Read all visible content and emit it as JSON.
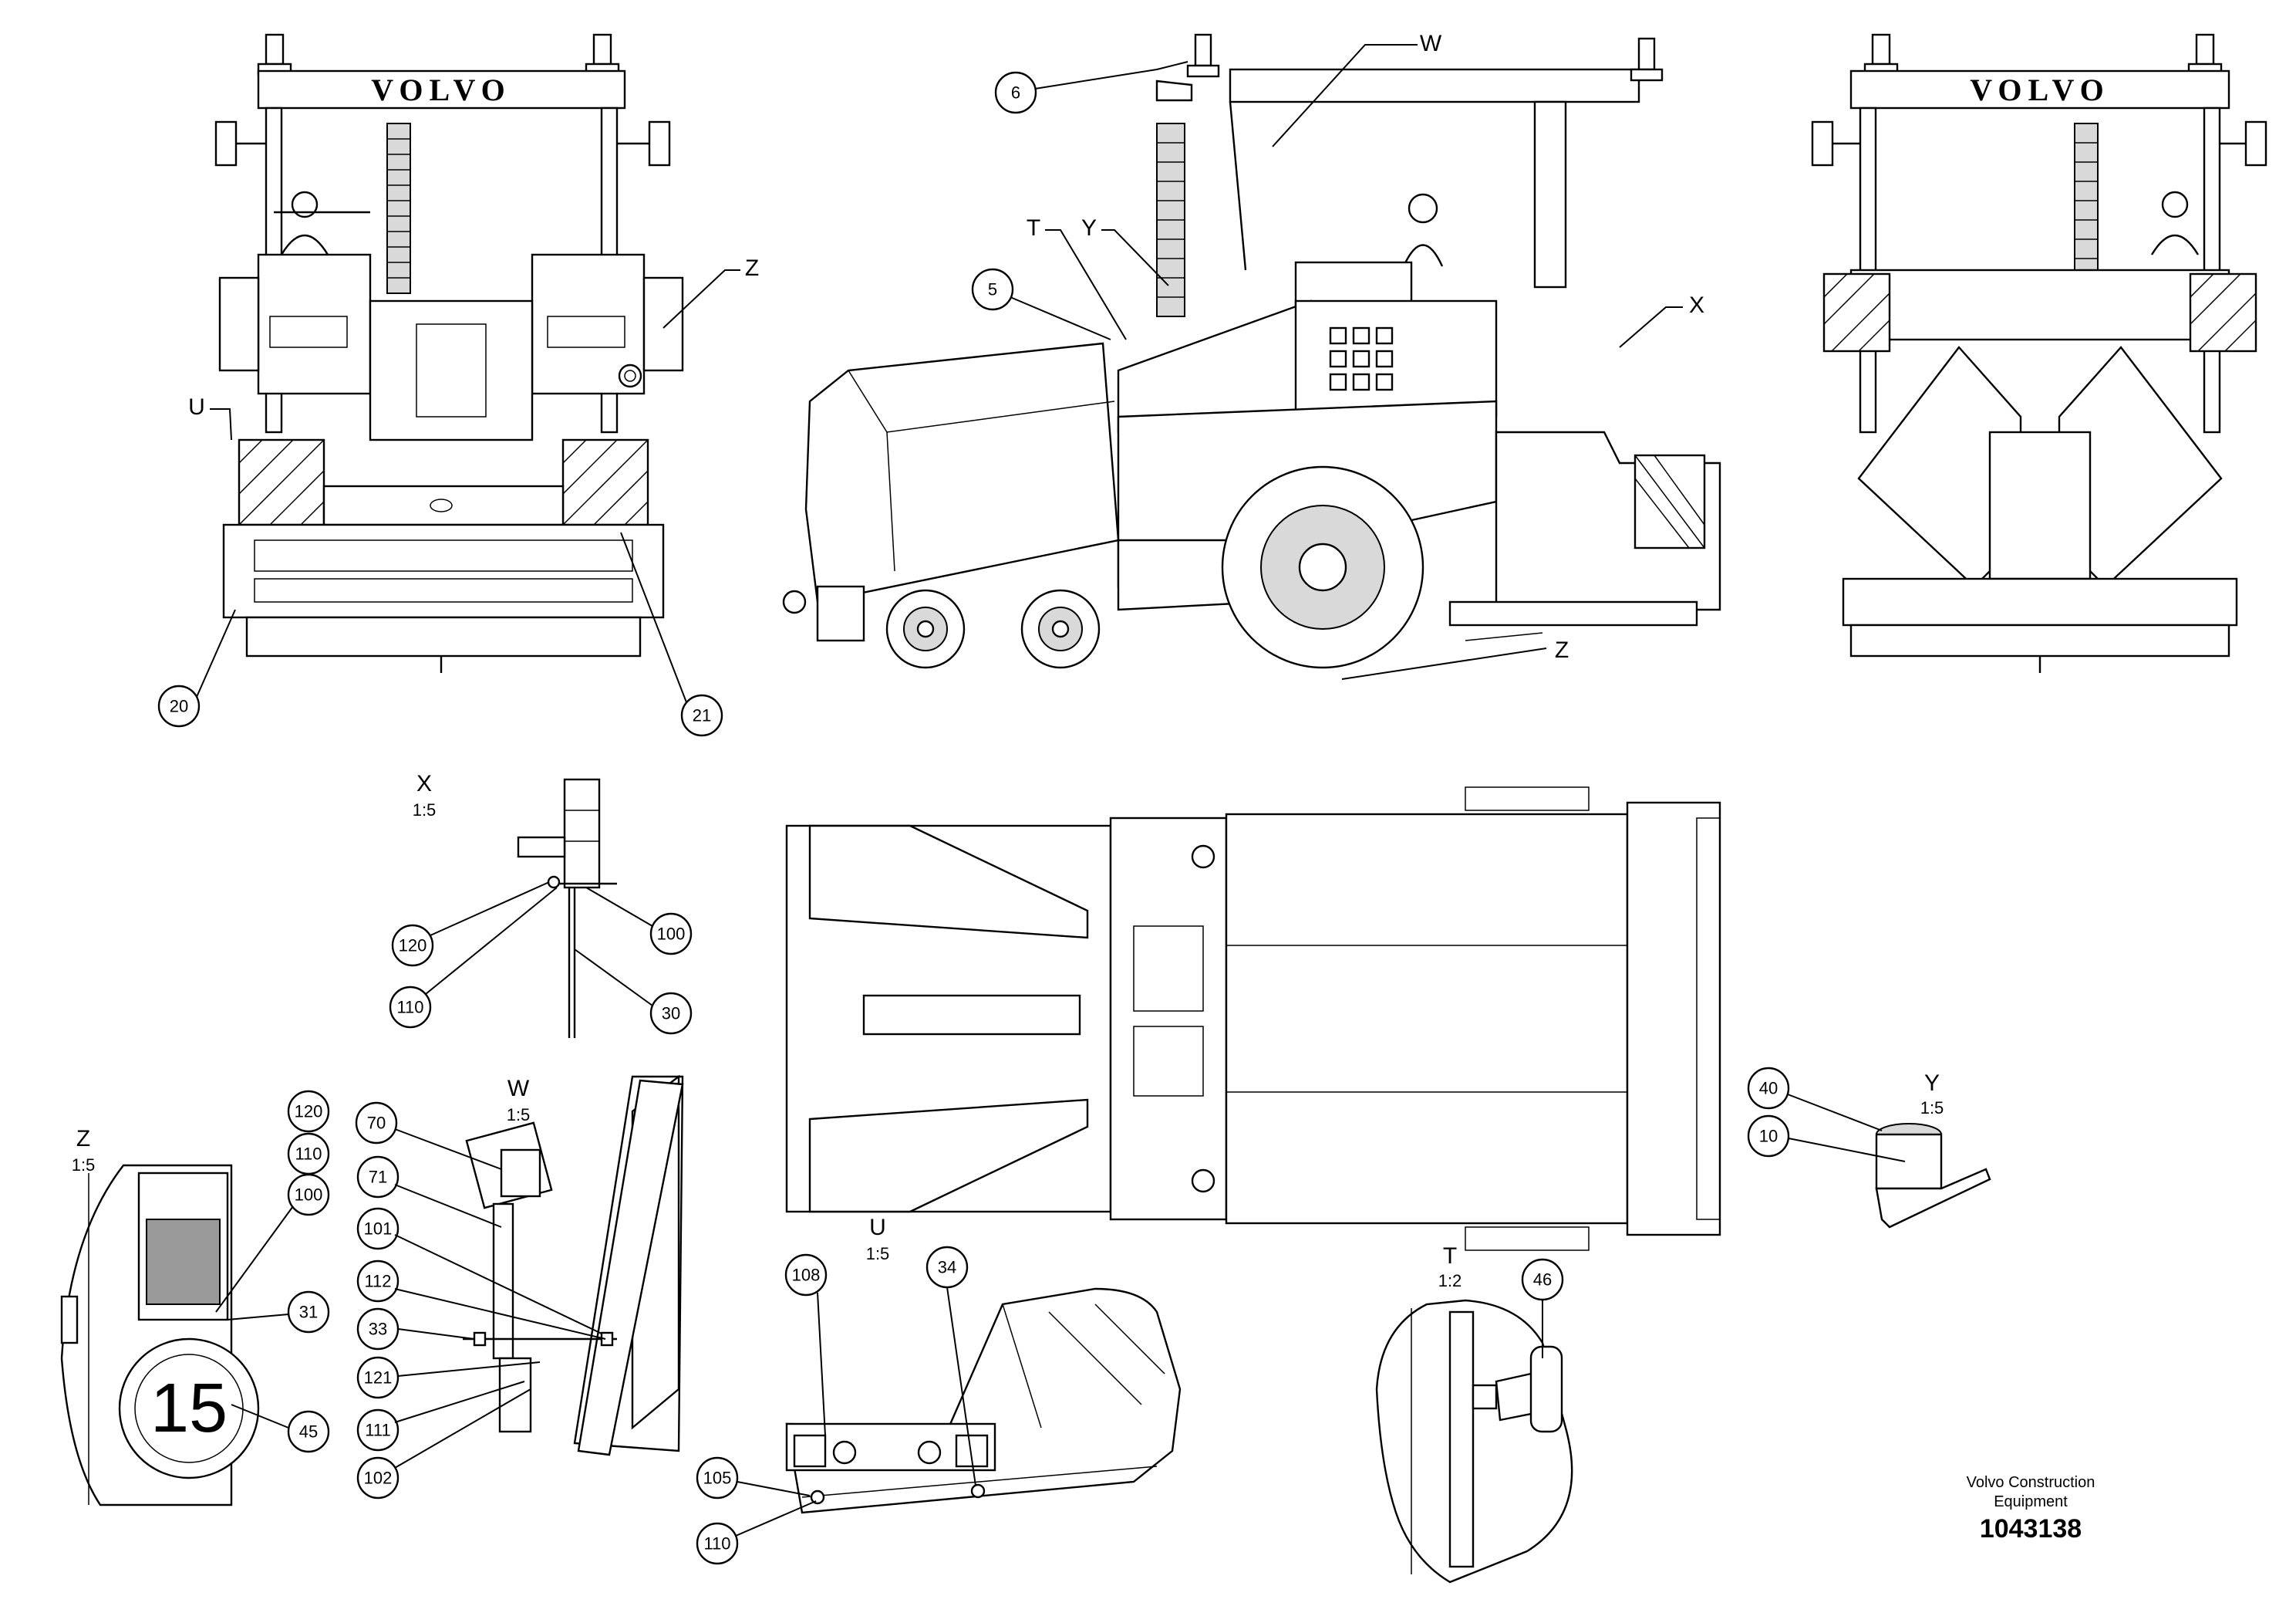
{
  "brand": "VOLVO",
  "company": [
    "Volvo Construction",
    "Equipment"
  ],
  "part_number": "1043138",
  "speed_sign": "15",
  "view_letters": [
    "W",
    "T",
    "Y",
    "X",
    "U",
    "Z",
    "Z"
  ],
  "detail_views": [
    {
      "title": "X",
      "scale": "1:5"
    },
    {
      "title": "W",
      "scale": "1:5"
    },
    {
      "title": "Z",
      "scale": "1:5"
    },
    {
      "title": "U",
      "scale": "1:5"
    },
    {
      "title": "T",
      "scale": "1:2"
    },
    {
      "title": "Y",
      "scale": "1:5"
    }
  ],
  "callouts": [
    "20",
    "21",
    "6",
    "5",
    "120",
    "100",
    "110",
    "30",
    "70",
    "71",
    "101",
    "112",
    "33",
    "121",
    "111",
    "102",
    "120",
    "110",
    "100",
    "31",
    "45",
    "108",
    "34",
    "105",
    "110",
    "46",
    "40",
    "10"
  ]
}
